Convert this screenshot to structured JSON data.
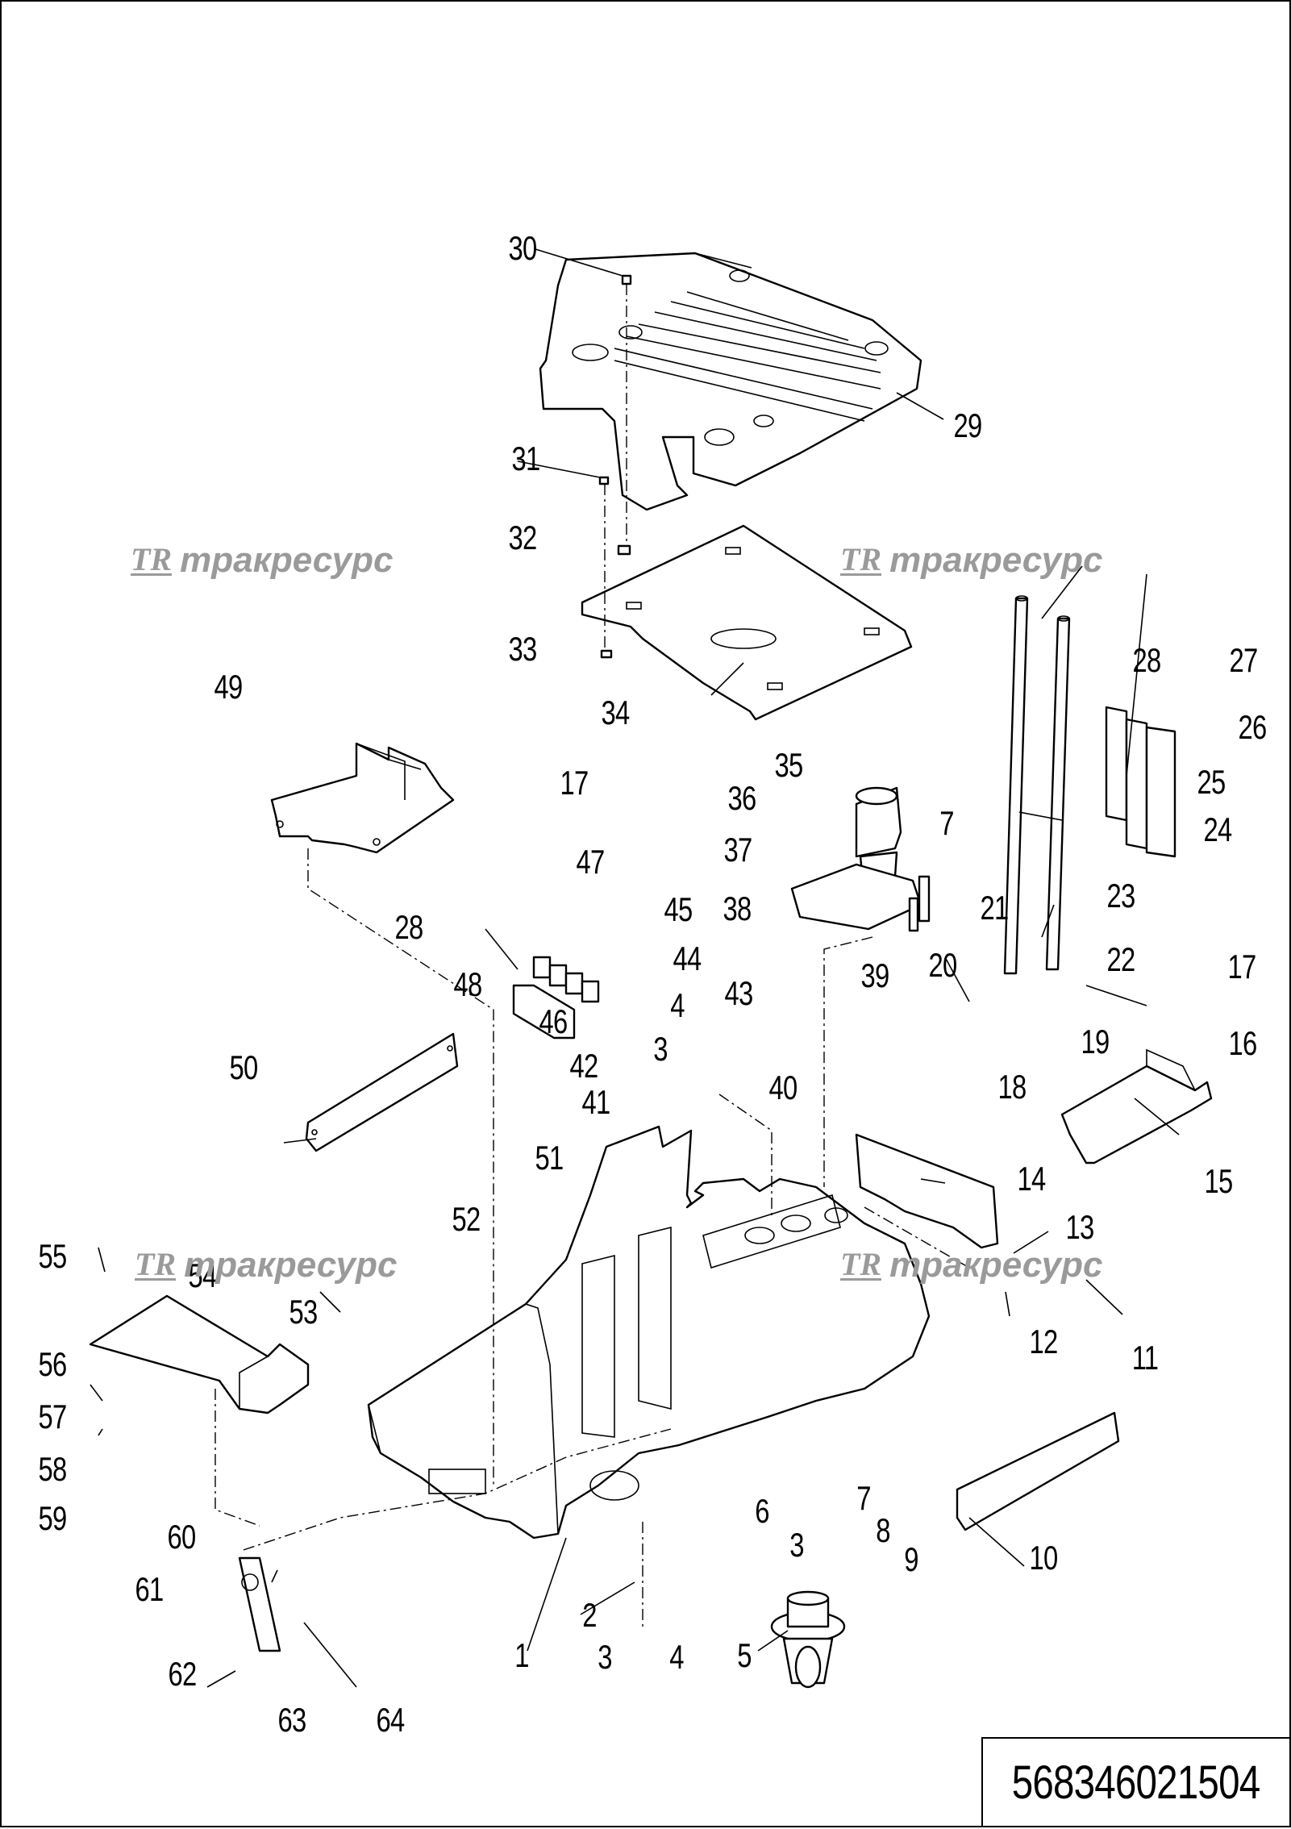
{
  "document_code": "568346021504",
  "watermark": {
    "mark": "TR",
    "text": "тракресурс"
  },
  "callouts": [
    "30",
    "29",
    "31",
    "32",
    "33",
    "34",
    "28",
    "27",
    "26",
    "25",
    "24",
    "49",
    "35",
    "36",
    "7",
    "17",
    "47",
    "37",
    "38",
    "39",
    "21",
    "23",
    "20",
    "22",
    "28",
    "48",
    "45",
    "44",
    "4",
    "43",
    "46",
    "3",
    "19",
    "18",
    "17",
    "16",
    "50",
    "42",
    "41",
    "40",
    "15",
    "14",
    "51",
    "52",
    "13",
    "55",
    "54",
    "53",
    "12",
    "11",
    "56",
    "57",
    "58",
    "59",
    "6",
    "3",
    "7",
    "8",
    "9",
    "10",
    "60",
    "61",
    "2",
    "3",
    "4",
    "5",
    "1",
    "62",
    "63",
    "64"
  ]
}
